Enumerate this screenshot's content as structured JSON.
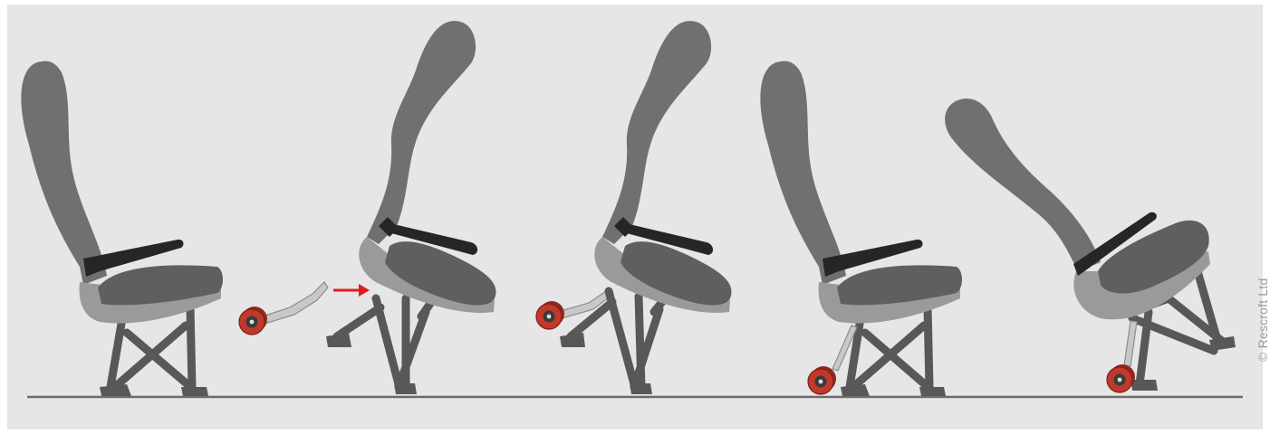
{
  "copyright": "© Rescroft Ltd",
  "colors": {
    "background": "#e6e6e8",
    "floor": "#6b6b6b",
    "seat_back": "#707070",
    "seat_back_edge": "#5e5e5e",
    "seat_base": "#9a9a9a",
    "cushion": "#5f5f5f",
    "frame": "#585858",
    "armrest": "#262626",
    "wheel": "#c0392b",
    "wheel_hub": "#3a3a3a",
    "bracket": "#c8c8c8",
    "arrow": "#e41b1b"
  },
  "steps": [
    {
      "id": "step-1",
      "wheel_kit": "none"
    },
    {
      "id": "step-2",
      "wheel_kit": "detached",
      "arrow": true
    },
    {
      "id": "step-3",
      "wheel_kit": "attached-rear"
    },
    {
      "id": "step-4",
      "wheel_kit": "lowered"
    },
    {
      "id": "step-5",
      "wheel_kit": "tilted"
    }
  ]
}
